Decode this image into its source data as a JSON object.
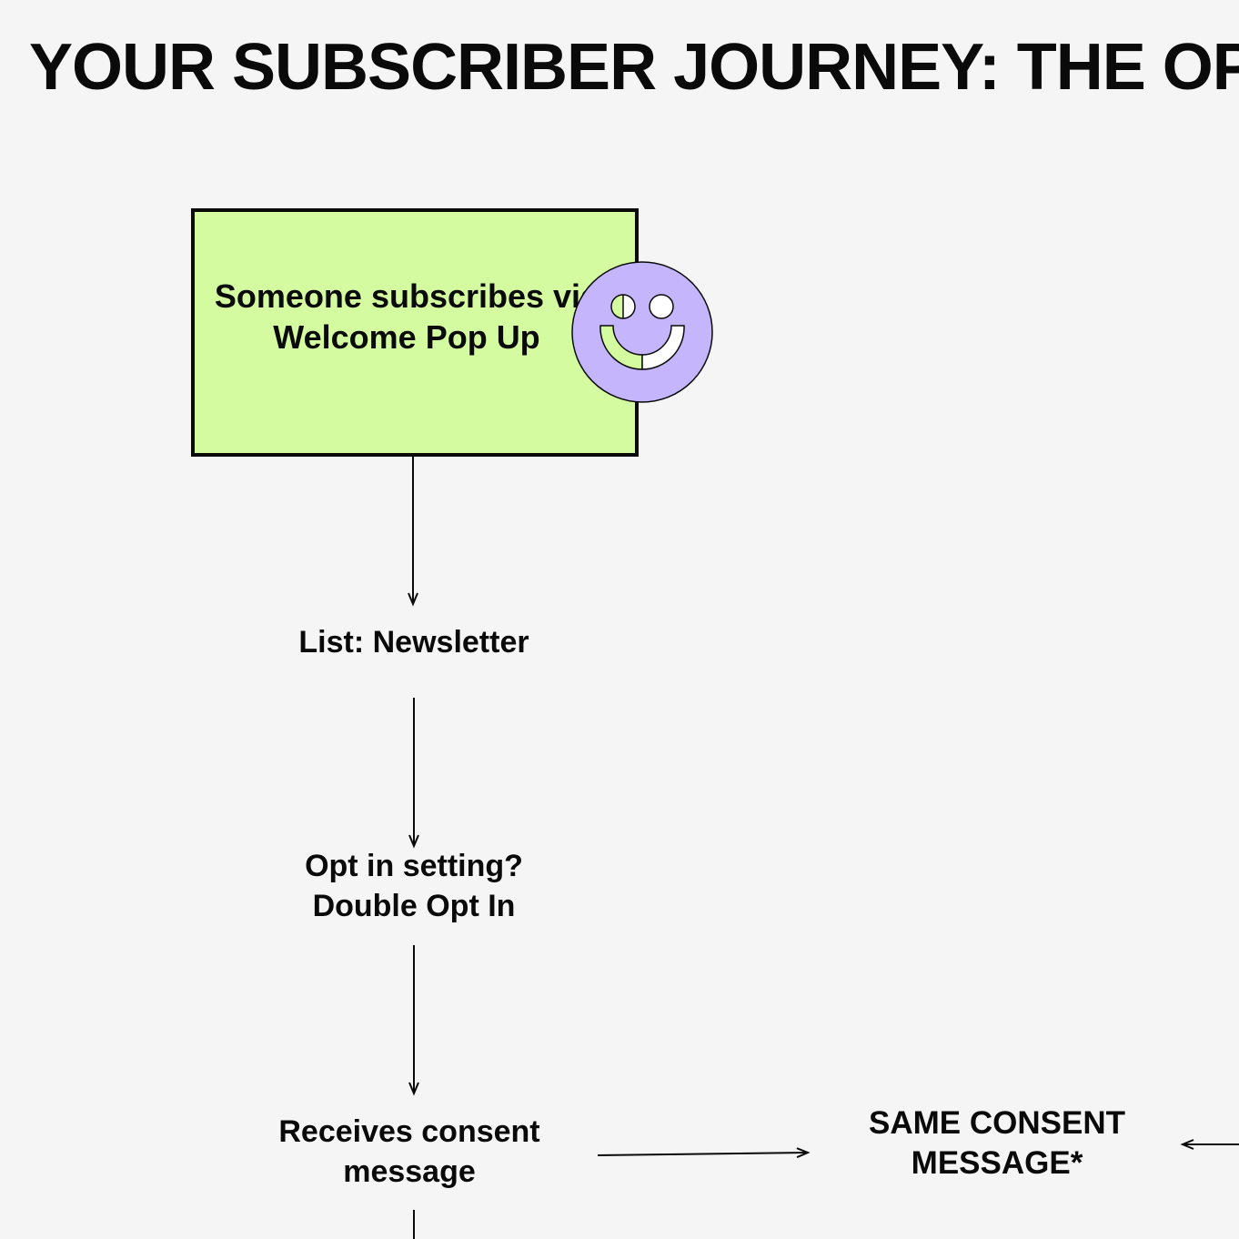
{
  "title": "YOUR SUBSCRIBER JOURNEY: THE OP",
  "nodes": {
    "start": "Someone subscribes via Welcome Pop Up",
    "list": "List: Newsletter",
    "opt_in_question": "Opt in setting?",
    "opt_in_value": "Double Opt In",
    "consent": "Receives consent message",
    "same_consent": "SAME CONSENT MESSAGE*"
  },
  "colors": {
    "background": "#f5f5f5",
    "start_box": "#d4fb9f",
    "smiley_face": "#c4b5fd",
    "ink": "#0a0a0a"
  },
  "icons": {
    "smiley": "smiley-face-icon"
  }
}
